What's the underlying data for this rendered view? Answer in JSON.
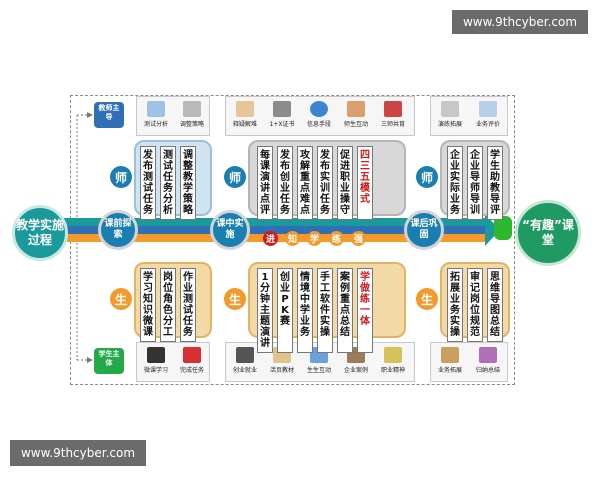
{
  "watermark": "www.9thcyber.com",
  "center_left": "教学实施过程",
  "center_right": "“有趣”课堂",
  "teacher_role": "教师主导",
  "student_role": "学生主体",
  "teacher_mark": "师",
  "student_mark": "生",
  "stages": {
    "pre": "课前探索",
    "mid": "课中实施",
    "post": "课后巩固"
  },
  "progress_chars": [
    "进",
    "知",
    "学",
    "练",
    "强"
  ],
  "teacher_tools": {
    "pre": [
      "测试分析",
      "调整策略"
    ],
    "mid": [
      "释疑解难",
      "1+X证书",
      "信息手段",
      "师生互动",
      "三师共育"
    ],
    "post": [
      "演练拓展",
      "业务评价"
    ]
  },
  "student_tools": {
    "pre": [
      "微课学习",
      "完成任务"
    ],
    "mid": [
      "创业就业",
      "活页教材",
      "生生互动",
      "企业案例",
      "职业精神"
    ],
    "post": [
      "业务拓展",
      "归纳总结"
    ]
  },
  "teacher_cols": {
    "pre": [
      "发布测试任务",
      "测试任务分析",
      "调整教学策略"
    ],
    "mid": [
      "每课演讲点评",
      "发布创业任务",
      "攻解重点难点",
      "发布实训任务",
      "促进职业操守",
      "四三五模式"
    ],
    "post": [
      "企业实际业务",
      "企业导师导训",
      "学生助教导评"
    ]
  },
  "student_cols": {
    "pre": [
      "学习知识微课",
      "岗位角色分工",
      "作业测试任务"
    ],
    "mid": [
      "1分钟主题演讲",
      "创业PK赛",
      "情境中学业务",
      "手工软件实操",
      "案例重点总结",
      "学做练一体"
    ],
    "post": [
      "拓展业务实操",
      "审记岗位规范",
      "思维导图总结"
    ]
  },
  "colors": {
    "teal": "#1a9a9a",
    "blue": "#2f6fb5",
    "orange": "#f39a2a",
    "green": "#23a84a",
    "red": "#d1191a"
  }
}
